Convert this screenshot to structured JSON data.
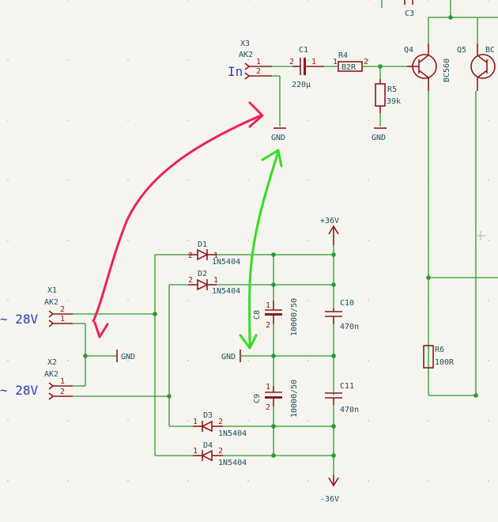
{
  "colors": {
    "background": "#f5f4ef",
    "wire": "#2c9a2c",
    "component": "#8b1a1a",
    "text": "#1e4f5a",
    "net_label": "#2a3fb0",
    "red_arrow": "#ee2255",
    "green_arrow": "#33dd22"
  },
  "labels": {
    "X3": "X3",
    "AK2_x3": "AK2",
    "In": "In",
    "C1": "C1",
    "C1_val": "220µ",
    "R4": "R4",
    "R4_val": "B2R",
    "R5": "R5",
    "R5_val": "39k",
    "C3": "C3",
    "Q4": "Q4",
    "Q4_val": "BC560",
    "Q5": "Q5",
    "Q5_val": "BC",
    "GND": "GND",
    "plus36": "+36V",
    "minus36": "-36V",
    "D1": "D1",
    "D1_val": "1N5404",
    "D2": "D2",
    "D2_val": "1N5404",
    "D3": "D3",
    "D3_val": "1N5404",
    "D4": "D4",
    "D4_val": "1N5404",
    "C8": "C8",
    "C8_val": "10000/50",
    "C9": "C9",
    "C9_val": "10000/50",
    "C10": "C10",
    "C10_val": "470n",
    "C11": "C11",
    "C11_val": "470n",
    "R6": "R6",
    "R6_val": "100R",
    "X1": "X1",
    "AK2_x1": "AK2",
    "X2": "X2",
    "AK2_x2": "AK2",
    "v1": "~ 28V",
    "v2": "~ 28V",
    "p1": "1",
    "p2": "2"
  }
}
